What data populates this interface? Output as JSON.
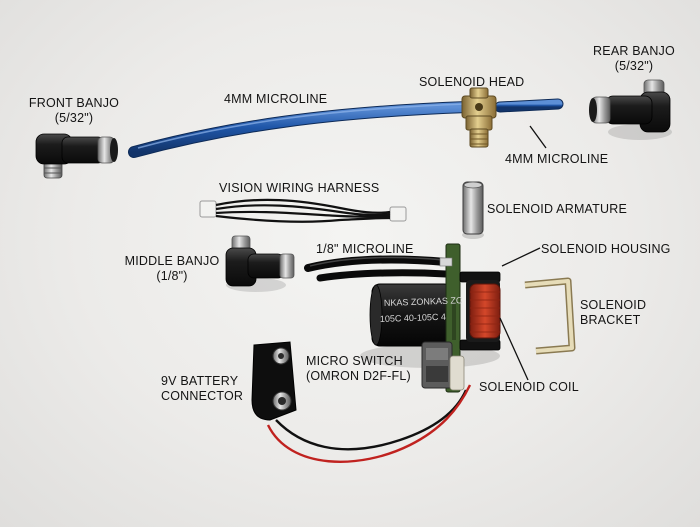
{
  "labels": {
    "front_banjo": [
      "FRONT BANJO",
      "(5/32\")"
    ],
    "microline_top": "4MM MICROLINE",
    "solenoid_head": "SOLENOID HEAD",
    "rear_banjo": [
      "REAR BANJO",
      "(5/32\")"
    ],
    "microline_right": "4MM MICROLINE",
    "vision_harness": "VISION WIRING HARNESS",
    "solenoid_armature": "SOLENOID ARMATURE",
    "middle_banjo": [
      "MIDDLE BANJO",
      "(1/8\")"
    ],
    "microline_small": "1/8\" MICROLINE",
    "solenoid_housing": "SOLENOID HOUSING",
    "solenoid_bracket": [
      "SOLENOID",
      "BRACKET"
    ],
    "micro_switch": [
      "MICRO SWITCH",
      "(OMRON D2F-FL)"
    ],
    "battery_connector": [
      "9V BATTERY",
      "CONNECTOR"
    ],
    "solenoid_coil": "SOLENOID COIL"
  },
  "capacitor_print": [
    "NKAS  ZONKAS  ZC",
    "105C  40-105C  4"
  ],
  "colors": {
    "background": "#ecebe9",
    "microline_blue": "#1f56a8",
    "black_tube": "#161616",
    "coil_copper": "#b8361c",
    "brass": "#c9a85a",
    "wire_red": "#c0221f",
    "pcb_green": "#3f5f2c"
  }
}
